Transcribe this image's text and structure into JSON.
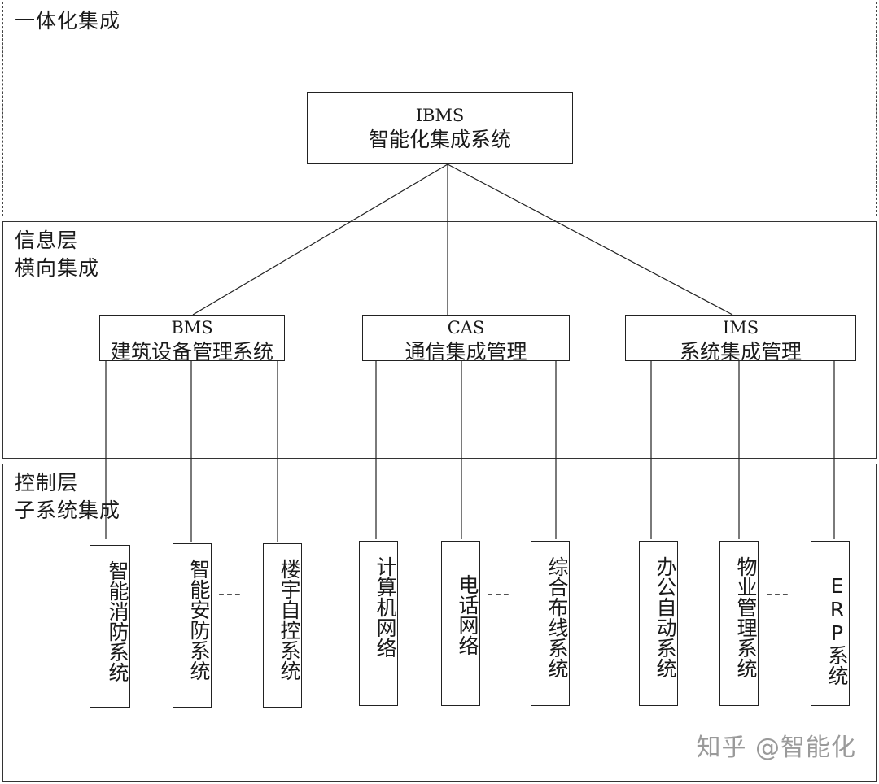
{
  "layers": {
    "top": {
      "title": "一体化集成"
    },
    "info": {
      "title_line1": "信息层",
      "title_line2": "横向集成"
    },
    "control": {
      "title_line1": "控制层",
      "title_line2": "子系统集成"
    }
  },
  "root_node": {
    "code": "IBMS",
    "name": "智能化集成系统"
  },
  "mid_nodes": [
    {
      "code": "BMS",
      "name": "建筑设备管理系统"
    },
    {
      "code": "CAS",
      "name": "通信集成管理"
    },
    {
      "code": "IMS",
      "name": "系统集成管理"
    }
  ],
  "leaf_nodes": [
    {
      "name": "智能消防系统"
    },
    {
      "name": "智能安防系统"
    },
    {
      "name": "楼宇自控系统"
    },
    {
      "name": "计算机网络"
    },
    {
      "name": "电话网络"
    },
    {
      "name": "综合布线系统"
    },
    {
      "name": "办公自动系统"
    },
    {
      "name": "物业管理系统"
    },
    {
      "name": "ERP系统"
    }
  ],
  "ellipsis": "---",
  "watermark": "知乎 @智能化"
}
